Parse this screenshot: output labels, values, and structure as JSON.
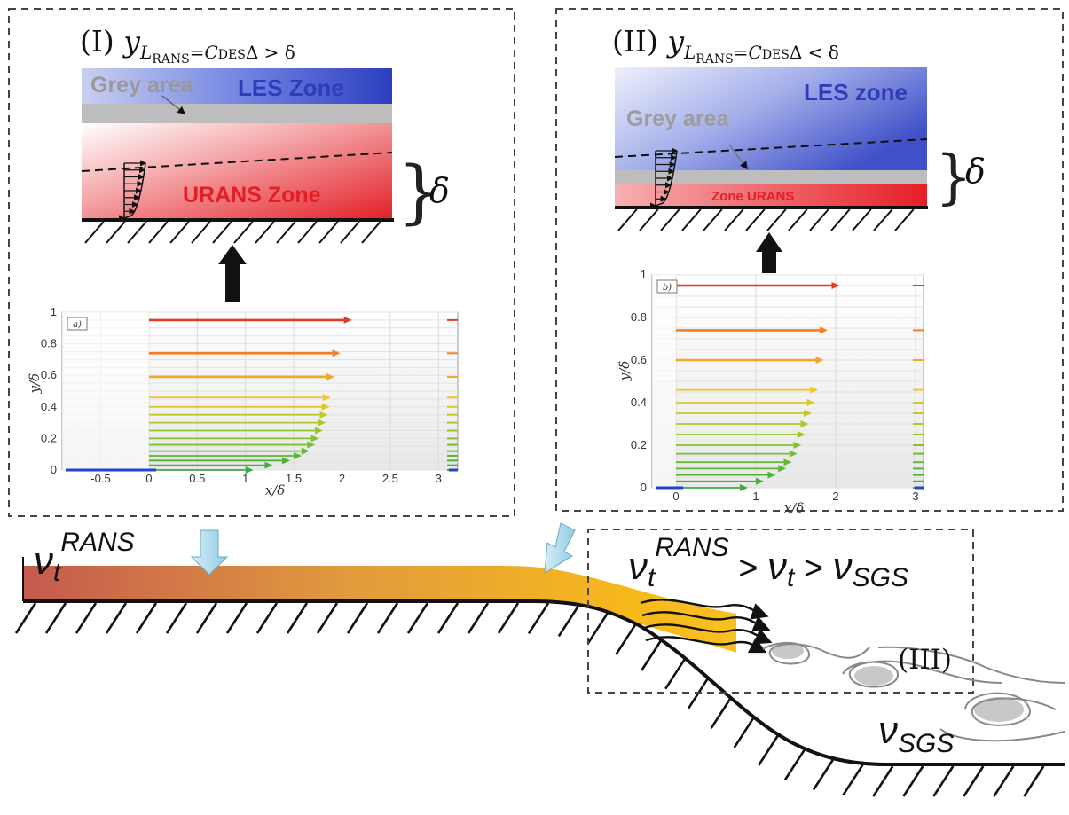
{
  "colors": {
    "les_blue": "#3c50c8",
    "urans_red": "#e8232b",
    "grey_area": "#bdbdbd",
    "rans_brown": "#c45a4e",
    "rans_yellow": "#f7b91c",
    "dashed_border": "#444444"
  },
  "panel_i": {
    "title_prefix": "(I) ",
    "title_var": "y",
    "title_sub": "L",
    "title_subsub": "RANS",
    "title_eq": "=C",
    "title_eqsub": "DES",
    "title_suffix": "Δ > δ",
    "grey_area_label": "Grey area",
    "les_label": "LES Zone",
    "urans_label": "URANS Zone",
    "delta_label": "δ",
    "inset_tag": "a)",
    "inset_ylabel": "y/δ",
    "inset_xlabel": "x/δ",
    "inset_xticks": [
      "-0.5",
      "0",
      "0.5",
      "1",
      "1.5",
      "2",
      "2.5",
      "3"
    ],
    "inset_yticks": [
      "0",
      "0.2",
      "0.4",
      "0.6",
      "0.8",
      "1"
    ]
  },
  "panel_ii": {
    "title_prefix": "(II) ",
    "title_var": "y",
    "title_sub": "L",
    "title_subsub": "RANS",
    "title_eq": "=C",
    "title_eqsub": "DES",
    "title_suffix": "Δ < δ",
    "grey_area_label": "Grey area",
    "les_label": "LES zone",
    "urans_label": "Zone URANS",
    "delta_label": "δ",
    "inset_tag": "b)",
    "inset_ylabel": "y/δ",
    "inset_xlabel": "x/δ",
    "inset_xticks": [
      "0",
      "1",
      "2",
      "3"
    ],
    "inset_yticks": [
      "0",
      "0.2",
      "0.4",
      "0.6",
      "0.8",
      "1"
    ]
  },
  "bottom": {
    "nu_t_rans": "ν",
    "nu_t_rans_sub": "t",
    "nu_t_rans_sup": "RANS",
    "relation_a": "ν",
    "relation_a_sub": "t",
    "relation_a_sup": "RANS",
    "relation_gt1": " > ",
    "relation_b": "ν",
    "relation_b_sub": "t",
    "relation_gt2": " > ",
    "relation_c": "ν",
    "relation_c_sub": "SGS",
    "region_iii": "(III)",
    "nu_sgs": "ν",
    "nu_sgs_sub": "SGS"
  },
  "chart_data": [
    {
      "type": "scatter",
      "title": "a)",
      "xlabel": "x/δ",
      "ylabel": "y/δ",
      "xlim": [
        -0.9,
        3.2
      ],
      "ylim": [
        0,
        1
      ],
      "description_series": "velocity profile arrows",
      "y": [
        0.0,
        0.03,
        0.06,
        0.09,
        0.12,
        0.16,
        0.2,
        0.25,
        0.3,
        0.35,
        0.4,
        0.46,
        0.59,
        0.74,
        0.95
      ],
      "x_end": [
        1.0,
        1.2,
        1.38,
        1.5,
        1.58,
        1.64,
        1.68,
        1.72,
        1.75,
        1.77,
        1.79,
        1.8,
        1.84,
        1.9,
        2.02
      ]
    },
    {
      "type": "scatter",
      "title": "b)",
      "xlabel": "x/δ",
      "ylabel": "y/δ",
      "xlim": [
        -0.3,
        3.1
      ],
      "ylim": [
        0,
        1
      ],
      "description_series": "velocity profile arrows",
      "y": [
        0.0,
        0.03,
        0.06,
        0.09,
        0.12,
        0.16,
        0.2,
        0.25,
        0.3,
        0.35,
        0.4,
        0.46,
        0.6,
        0.74,
        0.95
      ],
      "x_end": [
        0.8,
        1.0,
        1.15,
        1.28,
        1.35,
        1.42,
        1.47,
        1.52,
        1.56,
        1.6,
        1.64,
        1.68,
        1.75,
        1.8,
        1.95
      ]
    }
  ]
}
